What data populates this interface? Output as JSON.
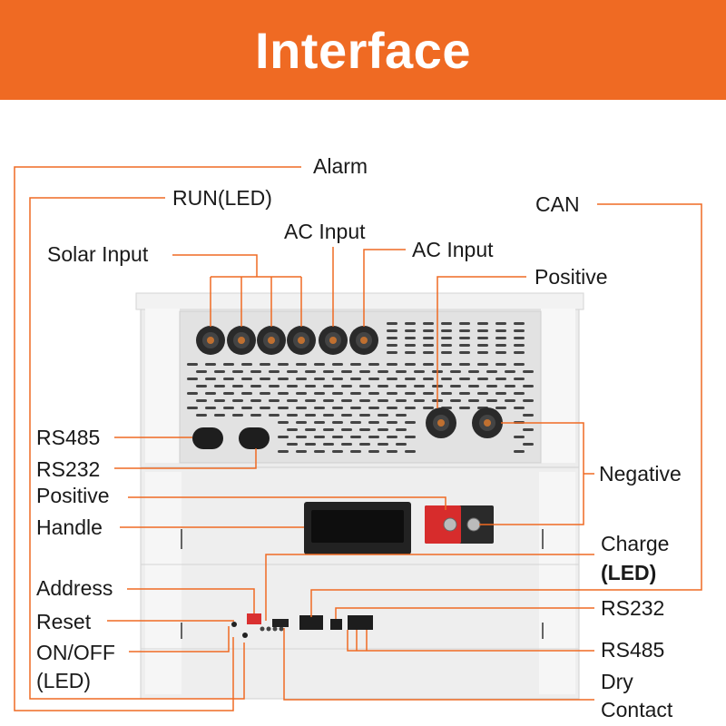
{
  "title": "Interface",
  "colors": {
    "accent": "#ef6a23",
    "line": "#ef6a23",
    "cabinet": "#ebebeb",
    "panel": "#e8e8e8"
  },
  "labels": {
    "alarm": "Alarm",
    "run_led": "RUN(LED)",
    "can": "CAN",
    "ac_input_1": "AC Input",
    "ac_input_2": "AC Input",
    "solar_input": "Solar Input",
    "positive_top": "Positive",
    "rs485_left": "RS485",
    "rs232_left": "RS232",
    "positive_left": "Positive",
    "handle": "Handle",
    "negative": "Negative",
    "charge_led_1": "Charge",
    "charge_led_2": "(LED)",
    "address": "Address",
    "reset": "Reset",
    "on_off_1": "ON/OFF",
    "on_off_2": "(LED)",
    "rs232_right": "RS232",
    "rs485_right": "RS485",
    "dry_contact_1": "Dry",
    "dry_contact_2": "Contact"
  }
}
